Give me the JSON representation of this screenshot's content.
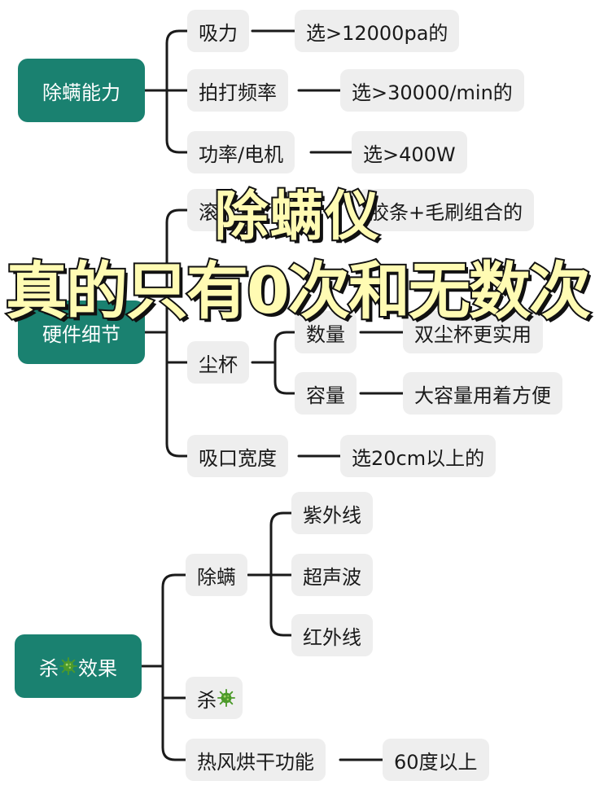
{
  "groups": [
    {
      "label": "除螨能力",
      "children": [
        {
          "label": "吸力",
          "value": "选>12000pa的"
        },
        {
          "label": "拍打频率",
          "value": "选>30000/min的"
        },
        {
          "label": "功率/电机",
          "value": "选>400W"
        }
      ]
    },
    {
      "label": "硬件细节",
      "children": [
        {
          "label": "滚",
          "value": "胶条+毛刷组合的"
        },
        {
          "label": "尘杯",
          "sub": [
            {
              "label": "数量",
              "value": "双尘杯更实用"
            },
            {
              "label": "容量",
              "value": "大容量用着方便"
            }
          ]
        },
        {
          "label": "吸口宽度",
          "value": "选20cm以上的"
        }
      ]
    },
    {
      "label_a": "杀",
      "label_b": "效果",
      "children": [
        {
          "label": "除螨",
          "sub": [
            {
              "label": "紫外线"
            },
            {
              "label": "超声波"
            },
            {
              "label": "红外线"
            }
          ]
        },
        {
          "label": "杀"
        },
        {
          "label": "热风烘干功能",
          "value": "60度以上"
        }
      ]
    }
  ],
  "overlay": {
    "line1": "除螨仪",
    "line2": "真的只有0次和无数次"
  },
  "colors": {
    "root_bg": "#1a8170",
    "node_bg": "#eeeeee",
    "overlay_fill": "#fffbb3",
    "germ": "#4c9a2a"
  }
}
